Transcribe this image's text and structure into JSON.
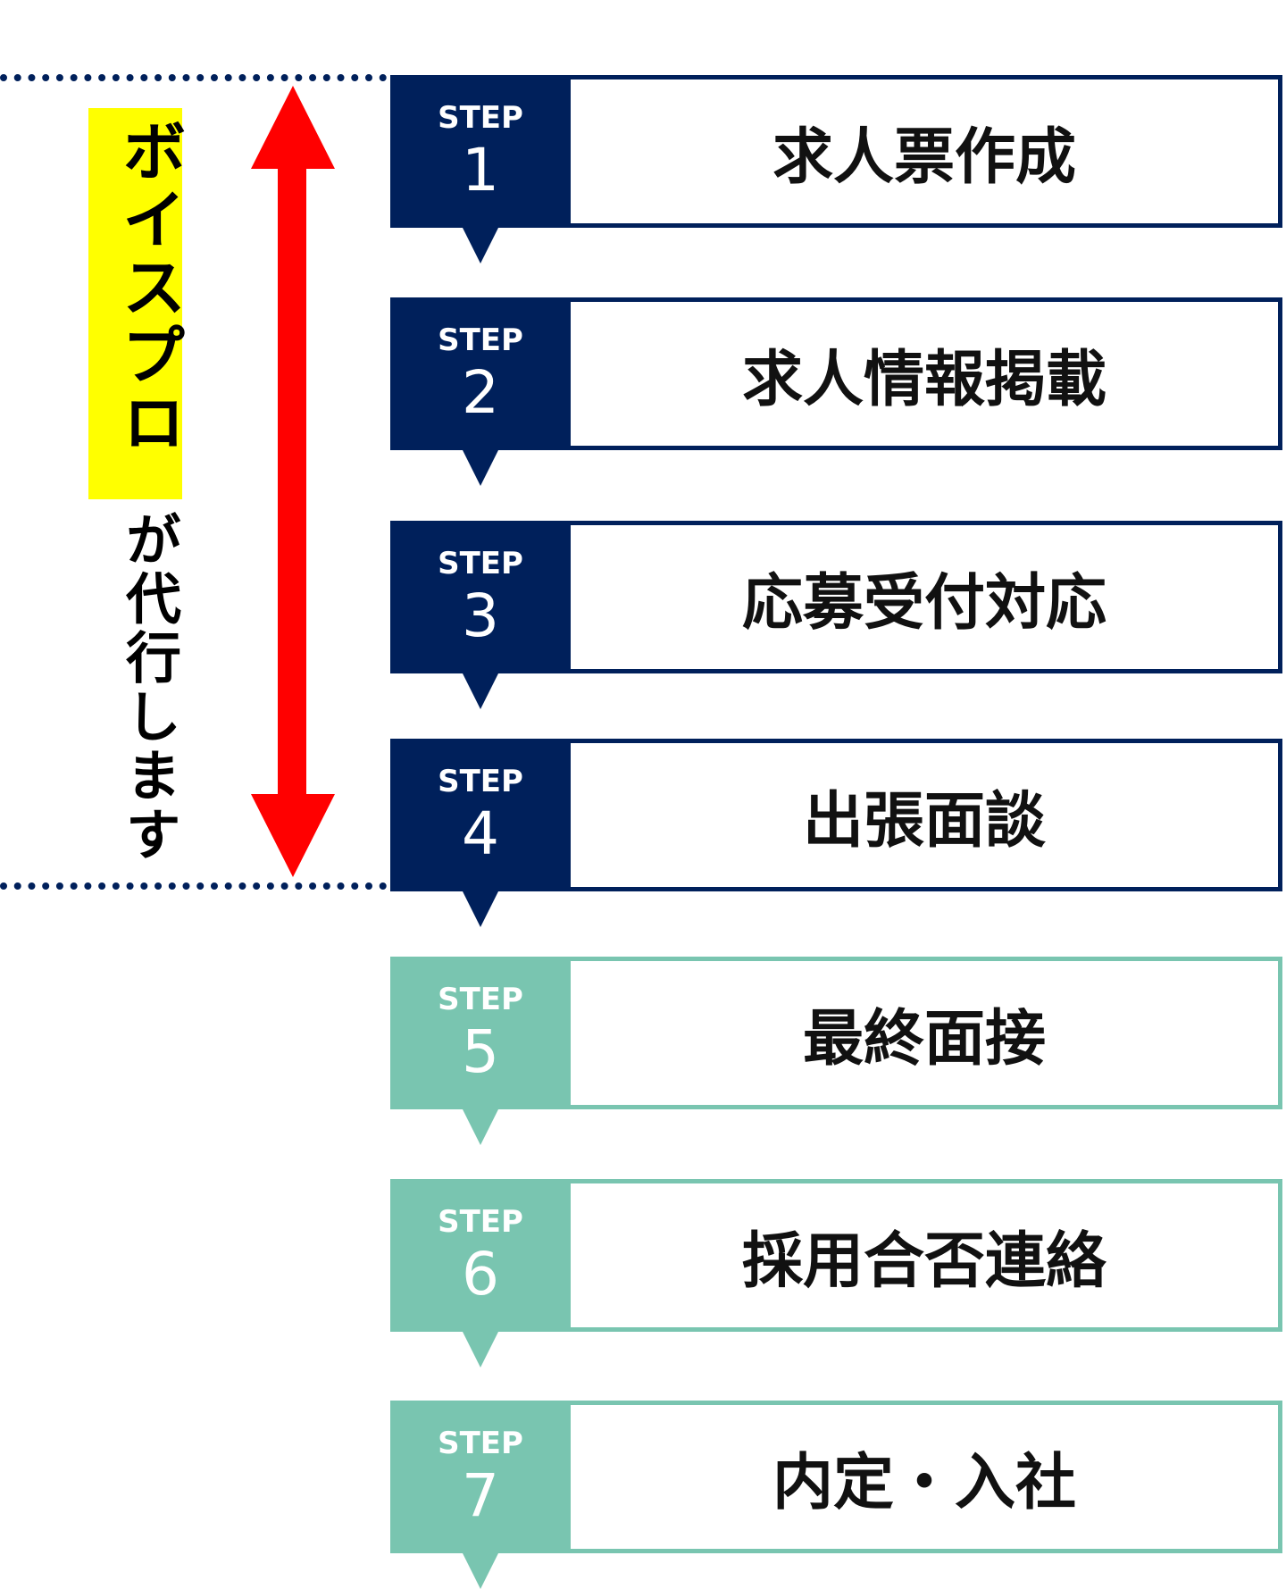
{
  "side": {
    "highlight": "ボイスプロ",
    "rest": "が代行します"
  },
  "colors": {
    "navy": "#00205b",
    "teal": "#79c5b0",
    "arrow": "#ff0000",
    "highlight": "#ffff00"
  },
  "steps": [
    {
      "step": "STEP",
      "num": "1",
      "title": "求人票作成",
      "theme": "navy"
    },
    {
      "step": "STEP",
      "num": "2",
      "title": "求人情報掲載",
      "theme": "navy"
    },
    {
      "step": "STEP",
      "num": "3",
      "title": "応募受付対応",
      "theme": "navy"
    },
    {
      "step": "STEP",
      "num": "4",
      "title": "出張面談",
      "theme": "navy"
    },
    {
      "step": "STEP",
      "num": "5",
      "title": "最終面接",
      "theme": "teal"
    },
    {
      "step": "STEP",
      "num": "6",
      "title": "採用合否連絡",
      "theme": "teal"
    },
    {
      "step": "STEP",
      "num": "7",
      "title": "内定・入社",
      "theme": "teal"
    }
  ]
}
